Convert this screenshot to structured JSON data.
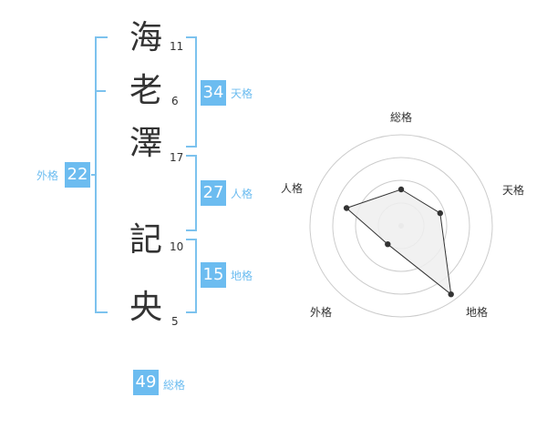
{
  "name": {
    "characters": [
      {
        "char": "海",
        "strokes": "11"
      },
      {
        "char": "老",
        "strokes": "6"
      },
      {
        "char": "澤",
        "strokes": "17"
      },
      {
        "char": "記",
        "strokes": "10"
      },
      {
        "char": "央",
        "strokes": "5"
      }
    ]
  },
  "scores": {
    "tenkaku": {
      "value": "34",
      "label": "天格"
    },
    "jinkaku": {
      "value": "27",
      "label": "人格"
    },
    "chikaku": {
      "value": "15",
      "label": "地格"
    },
    "gaikaku": {
      "value": "22",
      "label": "外格"
    },
    "soukaku": {
      "value": "49",
      "label": "総格"
    }
  },
  "radar": {
    "axes": [
      "総格",
      "天格",
      "地格",
      "外格",
      "人格"
    ],
    "levels": 4,
    "values": [
      0.4,
      0.45,
      0.93,
      0.25,
      0.63
    ]
  },
  "colors": {
    "accent": "#6cbcf0",
    "bracket": "#7cc2ee",
    "text": "#333333",
    "grid": "#cccccc",
    "polygon_fill": "#eeeeee",
    "polygon_stroke": "#333333"
  }
}
